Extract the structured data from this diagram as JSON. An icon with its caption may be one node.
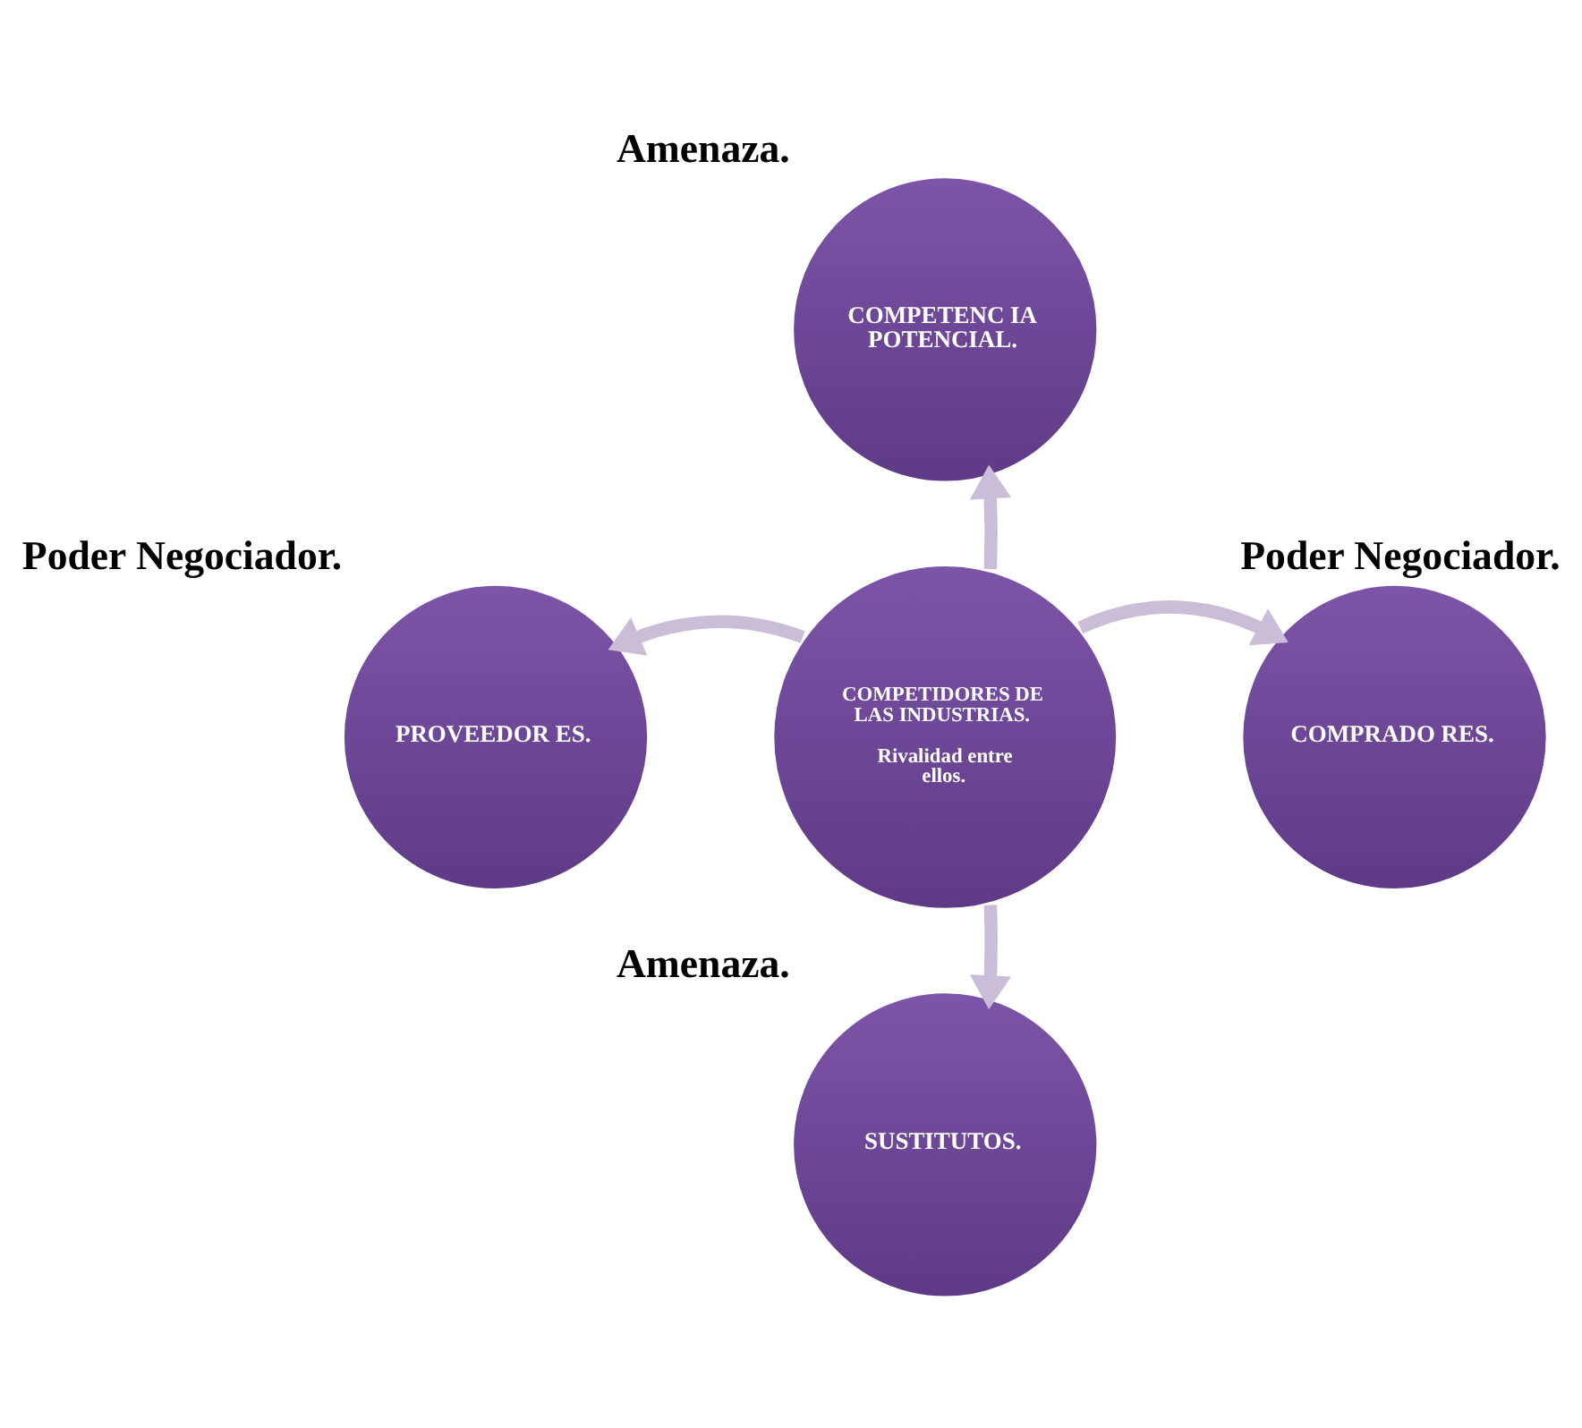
{
  "diagram": {
    "nodes": [
      {
        "text": [
          "COMPETIDORES DE LAS INDUSTRIAS.",
          "Rivalidad entre ellos."
        ]
      },
      {
        "text": [
          "COMPETENC IA POTENCIAL."
        ],
        "beside": [
          "Amenaza."
        ]
      },
      {
        "text": [
          "PROVEEDOR ES."
        ],
        "beside": [
          "Poder Negociador."
        ]
      },
      {
        "text": [
          "COMPRADO RES."
        ],
        "beside": [
          "Poder Negociador."
        ]
      },
      {
        "text": [
          "SUSTITUTOS."
        ],
        "beside": [
          "Amenaza."
        ]
      }
    ],
    "edges": [
      {
        "from": 0,
        "to": 1,
        "arrow": "to"
      },
      {
        "from": 0,
        "to": 2,
        "arrow": "to"
      },
      {
        "from": 0,
        "to": 3,
        "arrow": "to"
      },
      {
        "from": 0,
        "to": 4,
        "arrow": "to"
      }
    ]
  }
}
